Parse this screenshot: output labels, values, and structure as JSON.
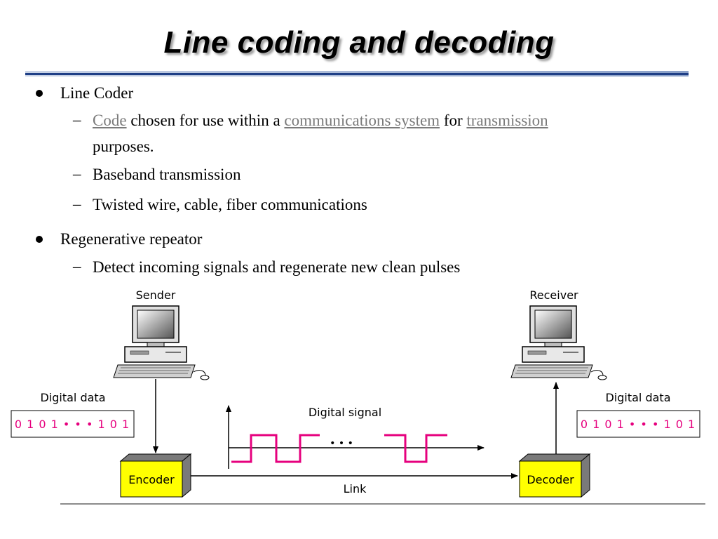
{
  "slide": {
    "title": "Line coding and decoding"
  },
  "bullets": {
    "b1": {
      "label": "Line Coder"
    },
    "b1_sub1": {
      "code": "Code",
      "t1": " chosen for use within a ",
      "comm": "communications system",
      "t2": " for ",
      "trans": "transmission",
      "t3": "purposes."
    },
    "b1_sub2": "Baseband transmission",
    "b1_sub3": "Twisted wire, cable, fiber communications",
    "b2": {
      "label": "Regenerative repeator"
    },
    "b2_sub1": "Detect incoming signals and regenerate new clean pulses",
    "dash": "–"
  },
  "diagram": {
    "sender": "Sender",
    "receiver": "Receiver",
    "digital_data_left": "Digital data",
    "digital_data_right": "Digital data",
    "bits_left": "0 1 0 1 • • • 1 0 1",
    "bits_right": "0 1 0 1 • • • 1 0 1",
    "digital_signal": "Digital signal",
    "ellipsis": "• • •",
    "encoder": "Encoder",
    "decoder": "Decoder",
    "link": "Link",
    "colors": {
      "signal": "#e6007e",
      "box": "#ffff00",
      "box_side": "#7a7a7a"
    }
  }
}
